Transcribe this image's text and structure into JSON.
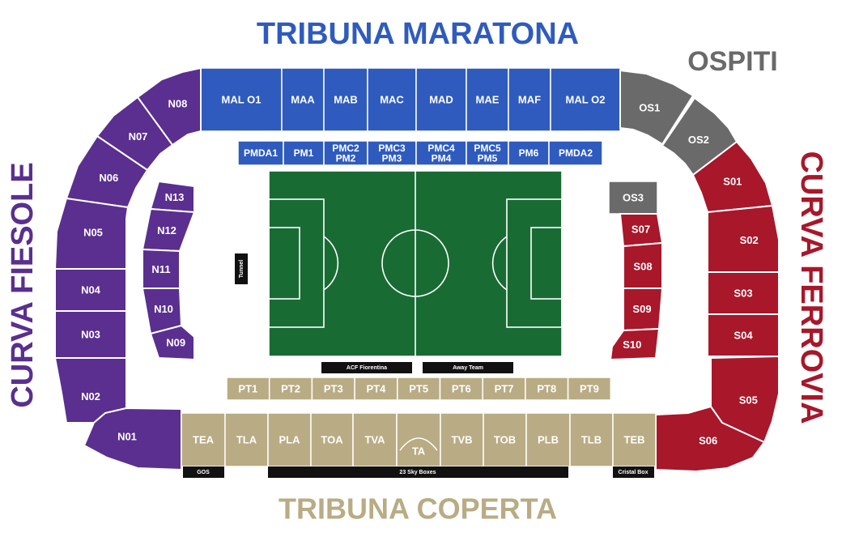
{
  "stands": {
    "maratona": "TRIBUNA MARATONA",
    "ospiti": "OSPITI",
    "fiesole": "CURVA FIESOLE",
    "ferrovia": "CURVA FERROVIA",
    "coperta": "TRIBUNA COPERTA"
  },
  "colors": {
    "maratona": "#2f5bbf",
    "ospiti": "#6a6a6a",
    "fiesole": "#5a2f8f",
    "ferrovia": "#a8172a",
    "coperta": "#b9ab84",
    "pitch": "#196b34",
    "dark": "#111111"
  },
  "maratona_upper": [
    "MAL O1",
    "MAA",
    "MAB",
    "MAC",
    "MAD",
    "MAE",
    "MAF",
    "MAL O2"
  ],
  "maratona_lower": [
    "PMDA1",
    "PM1",
    "PMC2\nPM2",
    "PMC3\nPM3",
    "PMC4\nPM4",
    "PMC5\nPM5",
    "PM6",
    "PMDA2"
  ],
  "ospiti_sections": [
    "OS1",
    "OS2",
    "OS3"
  ],
  "fiesole_outer": [
    "N08",
    "N07",
    "N06",
    "N05",
    "N04",
    "N03",
    "N02",
    "N01"
  ],
  "fiesole_inner": [
    "N13",
    "N12",
    "N11",
    "N10",
    "N09"
  ],
  "ferrovia_outer": [
    "S01",
    "S02",
    "S03",
    "S04",
    "S05",
    "S06"
  ],
  "ferrovia_inner": [
    "S07",
    "S08",
    "S09",
    "S10"
  ],
  "coperta_front": [
    "PT1",
    "PT2",
    "PT3",
    "PT4",
    "PT5",
    "PT6",
    "PT7",
    "PT8",
    "PT9"
  ],
  "coperta_main": [
    "TEA",
    "TLA",
    "PLA",
    "TOA",
    "TVA",
    "TA",
    "TVB",
    "TOB",
    "PLB",
    "TLB",
    "TEB"
  ],
  "labels": {
    "tunnel": "Tunnel",
    "home_bench": "ACF Fiorentina",
    "away_bench": "Away Team",
    "gos": "GOS",
    "sky_boxes": "23 Sky Boxes",
    "cristal_box": "Cristal Box"
  }
}
